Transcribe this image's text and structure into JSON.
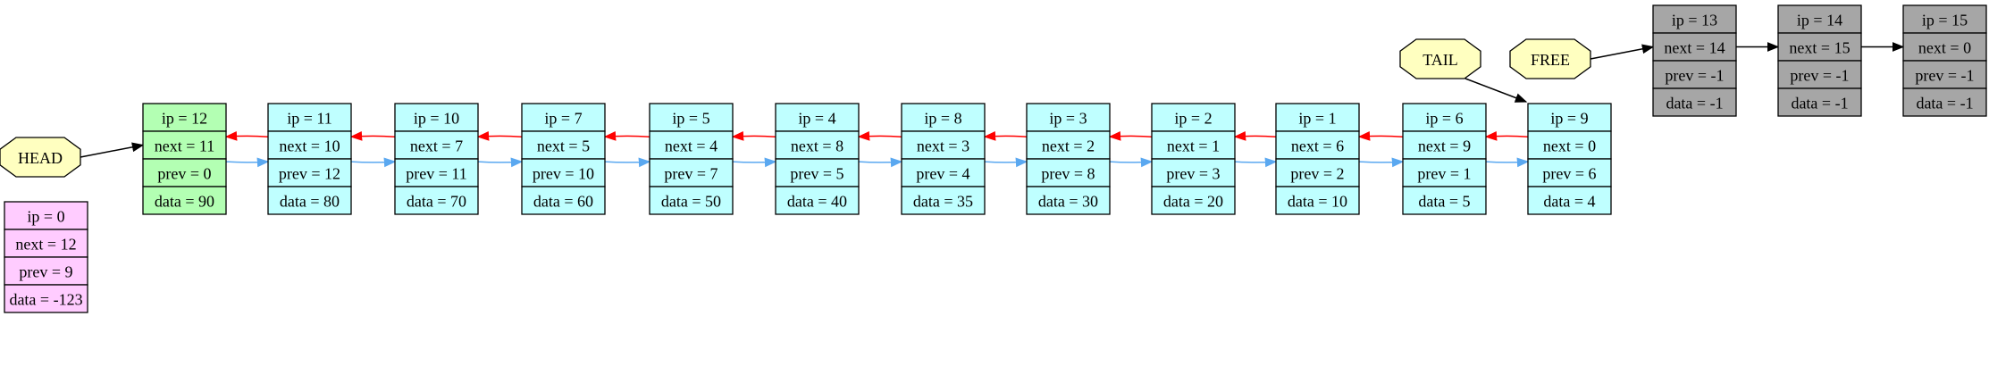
{
  "colors": {
    "cyan": "#bfffff",
    "head_fill": "#b3ffb3",
    "pink": "#ffccff",
    "gray": "#a6a6a6",
    "yellow": "#ffffc0",
    "blue_edge": "#5aa8f0",
    "red_edge": "#ff0000",
    "black_edge": "#000000"
  },
  "pointers": [
    {
      "id": "head",
      "label": "HEAD",
      "target": "n12"
    },
    {
      "id": "tail",
      "label": "TAIL",
      "target": "n9"
    },
    {
      "id": "free",
      "label": "FREE",
      "target": "n13"
    }
  ],
  "nodes": [
    {
      "id": "n12",
      "kind": "head",
      "fields": [
        "ip = 12",
        "next = 11",
        "prev = 0",
        "data = 90"
      ]
    },
    {
      "id": "n11",
      "kind": "list",
      "fields": [
        "ip = 11",
        "next = 10",
        "prev = 12",
        "data = 80"
      ]
    },
    {
      "id": "n10",
      "kind": "list",
      "fields": [
        "ip = 10",
        "next = 7",
        "prev = 11",
        "data = 70"
      ]
    },
    {
      "id": "n7",
      "kind": "list",
      "fields": [
        "ip = 7",
        "next = 5",
        "prev = 10",
        "data = 60"
      ]
    },
    {
      "id": "n5",
      "kind": "list",
      "fields": [
        "ip = 5",
        "next = 4",
        "prev = 7",
        "data = 50"
      ]
    },
    {
      "id": "n4",
      "kind": "list",
      "fields": [
        "ip = 4",
        "next = 8",
        "prev = 5",
        "data = 40"
      ]
    },
    {
      "id": "n8",
      "kind": "list",
      "fields": [
        "ip = 8",
        "next = 3",
        "prev = 4",
        "data = 35"
      ]
    },
    {
      "id": "n3",
      "kind": "list",
      "fields": [
        "ip = 3",
        "next = 2",
        "prev = 8",
        "data = 30"
      ]
    },
    {
      "id": "n2",
      "kind": "list",
      "fields": [
        "ip = 2",
        "next = 1",
        "prev = 3",
        "data = 20"
      ]
    },
    {
      "id": "n1",
      "kind": "list",
      "fields": [
        "ip = 1",
        "next = 6",
        "prev = 2",
        "data = 10"
      ]
    },
    {
      "id": "n6",
      "kind": "list",
      "fields": [
        "ip = 6",
        "next = 9",
        "prev = 1",
        "data = 5"
      ]
    },
    {
      "id": "n9",
      "kind": "list",
      "fields": [
        "ip = 9",
        "next = 0",
        "prev = 6",
        "data = 4"
      ]
    },
    {
      "id": "n0",
      "kind": "sentinel",
      "fields": [
        "ip = 0",
        "next = 12",
        "prev = 9",
        "data = -123"
      ]
    },
    {
      "id": "n13",
      "kind": "free",
      "fields": [
        "ip = 13",
        "next = 14",
        "prev = -1",
        "data = -1"
      ]
    },
    {
      "id": "n14",
      "kind": "free",
      "fields": [
        "ip = 14",
        "next = 15",
        "prev = -1",
        "data = -1"
      ]
    },
    {
      "id": "n15",
      "kind": "free",
      "fields": [
        "ip = 15",
        "next = 0",
        "prev = -1",
        "data = -1"
      ]
    }
  ],
  "edges": [
    {
      "from": "n12",
      "to": "n11",
      "kind": "next"
    },
    {
      "from": "n11",
      "to": "n10",
      "kind": "next"
    },
    {
      "from": "n10",
      "to": "n7",
      "kind": "next"
    },
    {
      "from": "n7",
      "to": "n5",
      "kind": "next"
    },
    {
      "from": "n5",
      "to": "n4",
      "kind": "next"
    },
    {
      "from": "n4",
      "to": "n8",
      "kind": "next"
    },
    {
      "from": "n8",
      "to": "n3",
      "kind": "next"
    },
    {
      "from": "n3",
      "to": "n2",
      "kind": "next"
    },
    {
      "from": "n2",
      "to": "n1",
      "kind": "next"
    },
    {
      "from": "n1",
      "to": "n6",
      "kind": "next"
    },
    {
      "from": "n6",
      "to": "n9",
      "kind": "next"
    },
    {
      "from": "n9",
      "to": "n6",
      "kind": "prev"
    },
    {
      "from": "n6",
      "to": "n1",
      "kind": "prev"
    },
    {
      "from": "n1",
      "to": "n2",
      "kind": "prev"
    },
    {
      "from": "n2",
      "to": "n3",
      "kind": "prev"
    },
    {
      "from": "n3",
      "to": "n8",
      "kind": "prev"
    },
    {
      "from": "n8",
      "to": "n4",
      "kind": "prev"
    },
    {
      "from": "n4",
      "to": "n5",
      "kind": "prev"
    },
    {
      "from": "n5",
      "to": "n7",
      "kind": "prev"
    },
    {
      "from": "n7",
      "to": "n10",
      "kind": "prev"
    },
    {
      "from": "n10",
      "to": "n11",
      "kind": "prev"
    },
    {
      "from": "n11",
      "to": "n12",
      "kind": "prev"
    },
    {
      "from": "n13",
      "to": "n14",
      "kind": "free"
    },
    {
      "from": "n14",
      "to": "n15",
      "kind": "free"
    }
  ]
}
